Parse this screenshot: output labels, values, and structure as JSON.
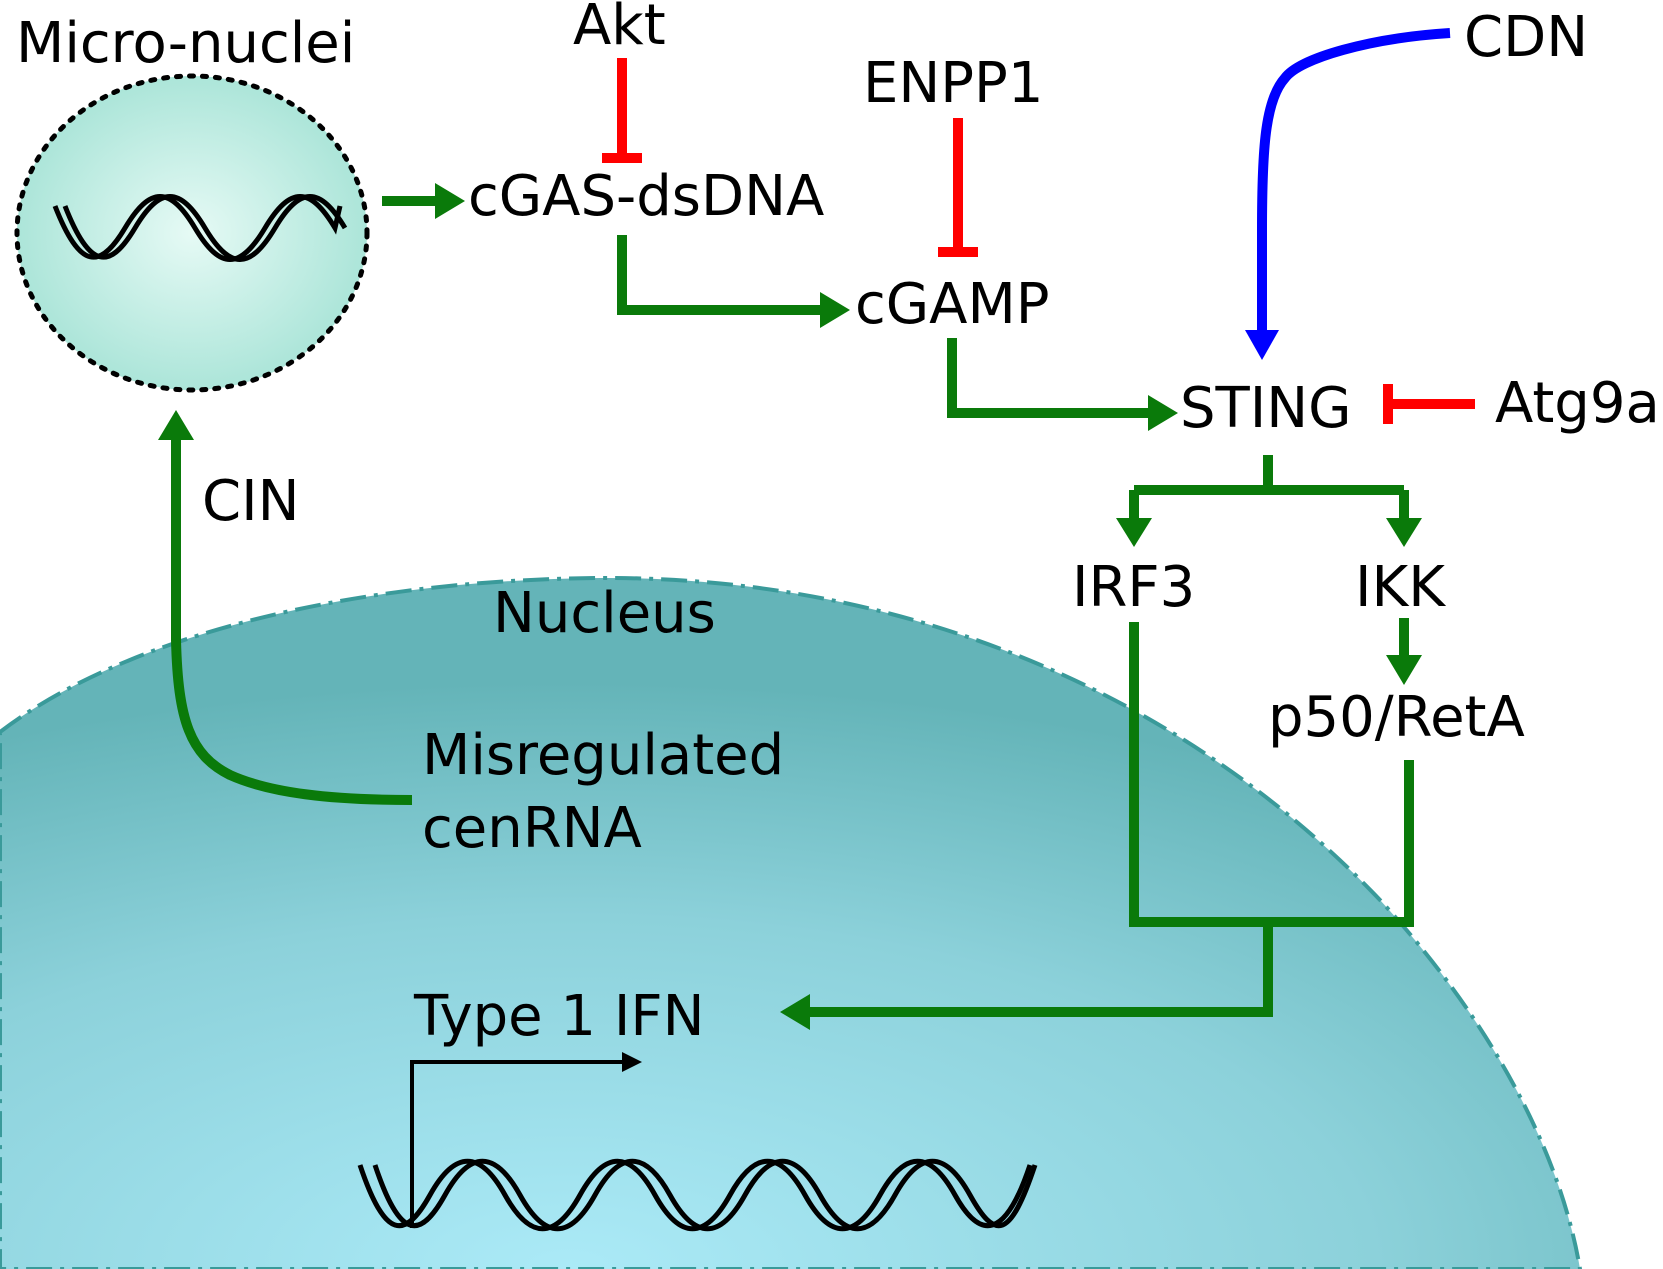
{
  "labels": {
    "micronuclei": "Micro-nuclei",
    "akt": "Akt",
    "cgas": "cGAS-dsDNA",
    "enpp1": "ENPP1",
    "cgamp": "cGAMP",
    "cdn": "CDN",
    "sting": "STING",
    "atg9a": "Atg9a",
    "cin": "CIN",
    "irf3": "IRF3",
    "ikk": "IKK",
    "nucleus": "Nucleus",
    "p50": "p50/RetA",
    "misregulated_1": "Misregulated",
    "misregulated_2": "cenRNA",
    "type1ifn": "Type 1 IFN"
  },
  "colors": {
    "activation": "#0a7a0a",
    "inhibition": "#ff0000",
    "cdn_input": "#0000ff",
    "micronucleus_fill": "#b3eadf",
    "nucleus_fill": "#8fd3dc",
    "nucleus_border": "#3a9a9a"
  }
}
